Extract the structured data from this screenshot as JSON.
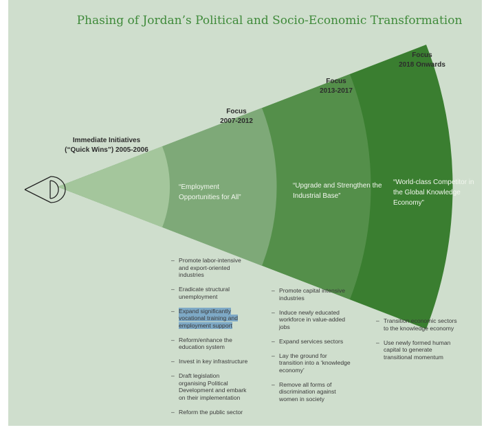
{
  "title": "Phasing of Jordan’s Political and Socio-Economic Transformation",
  "colors": {
    "background": "#cfdecd",
    "phase1": "#a4c69c",
    "phase2": "#7ea978",
    "phase3": "#548f4a",
    "phase4": "#3a7e30",
    "highlight": "#7ea9c6"
  },
  "icon": "eye-icon",
  "phases": [
    {
      "label_lines": [
        "Immediate Initiatives",
        "(“Quick Wins”) 2005-2006"
      ],
      "text": ""
    },
    {
      "label_lines": [
        "Focus",
        "2007-2012"
      ],
      "text": "“Employment Opportunities for All”"
    },
    {
      "label_lines": [
        "Focus",
        "2013-2017"
      ],
      "text": "“Upgrade and Strengthen the Industrial Base”"
    },
    {
      "label_lines": [
        "Focus",
        "2018 Onwards"
      ],
      "text": "“World-class Competitor in the Global Knowledge Economy”"
    }
  ],
  "bullets_2007": [
    "Promote labor-intensive and export-oriented industries",
    "Eradicate structural unemployment",
    "Expand significantly vocational training and employment support",
    "Reform/enhance the education system",
    "Invest in key infrastructure",
    "Draft legislation organising Political Development and embark on their implementation",
    "Reform the public sector"
  ],
  "bullets_2013": [
    "Promote capital intensive industries",
    "Induce newly educated workforce in value-added jobs",
    "Expand services sectors",
    "Lay the ground for transition into a ‘knowledge economy’",
    "Remove all forms of discrimination against women in society"
  ],
  "bullets_2018": [
    "Transition economic sectors to the knowledge economy",
    "Use newly formed human capital to generate transitional momentum"
  ]
}
